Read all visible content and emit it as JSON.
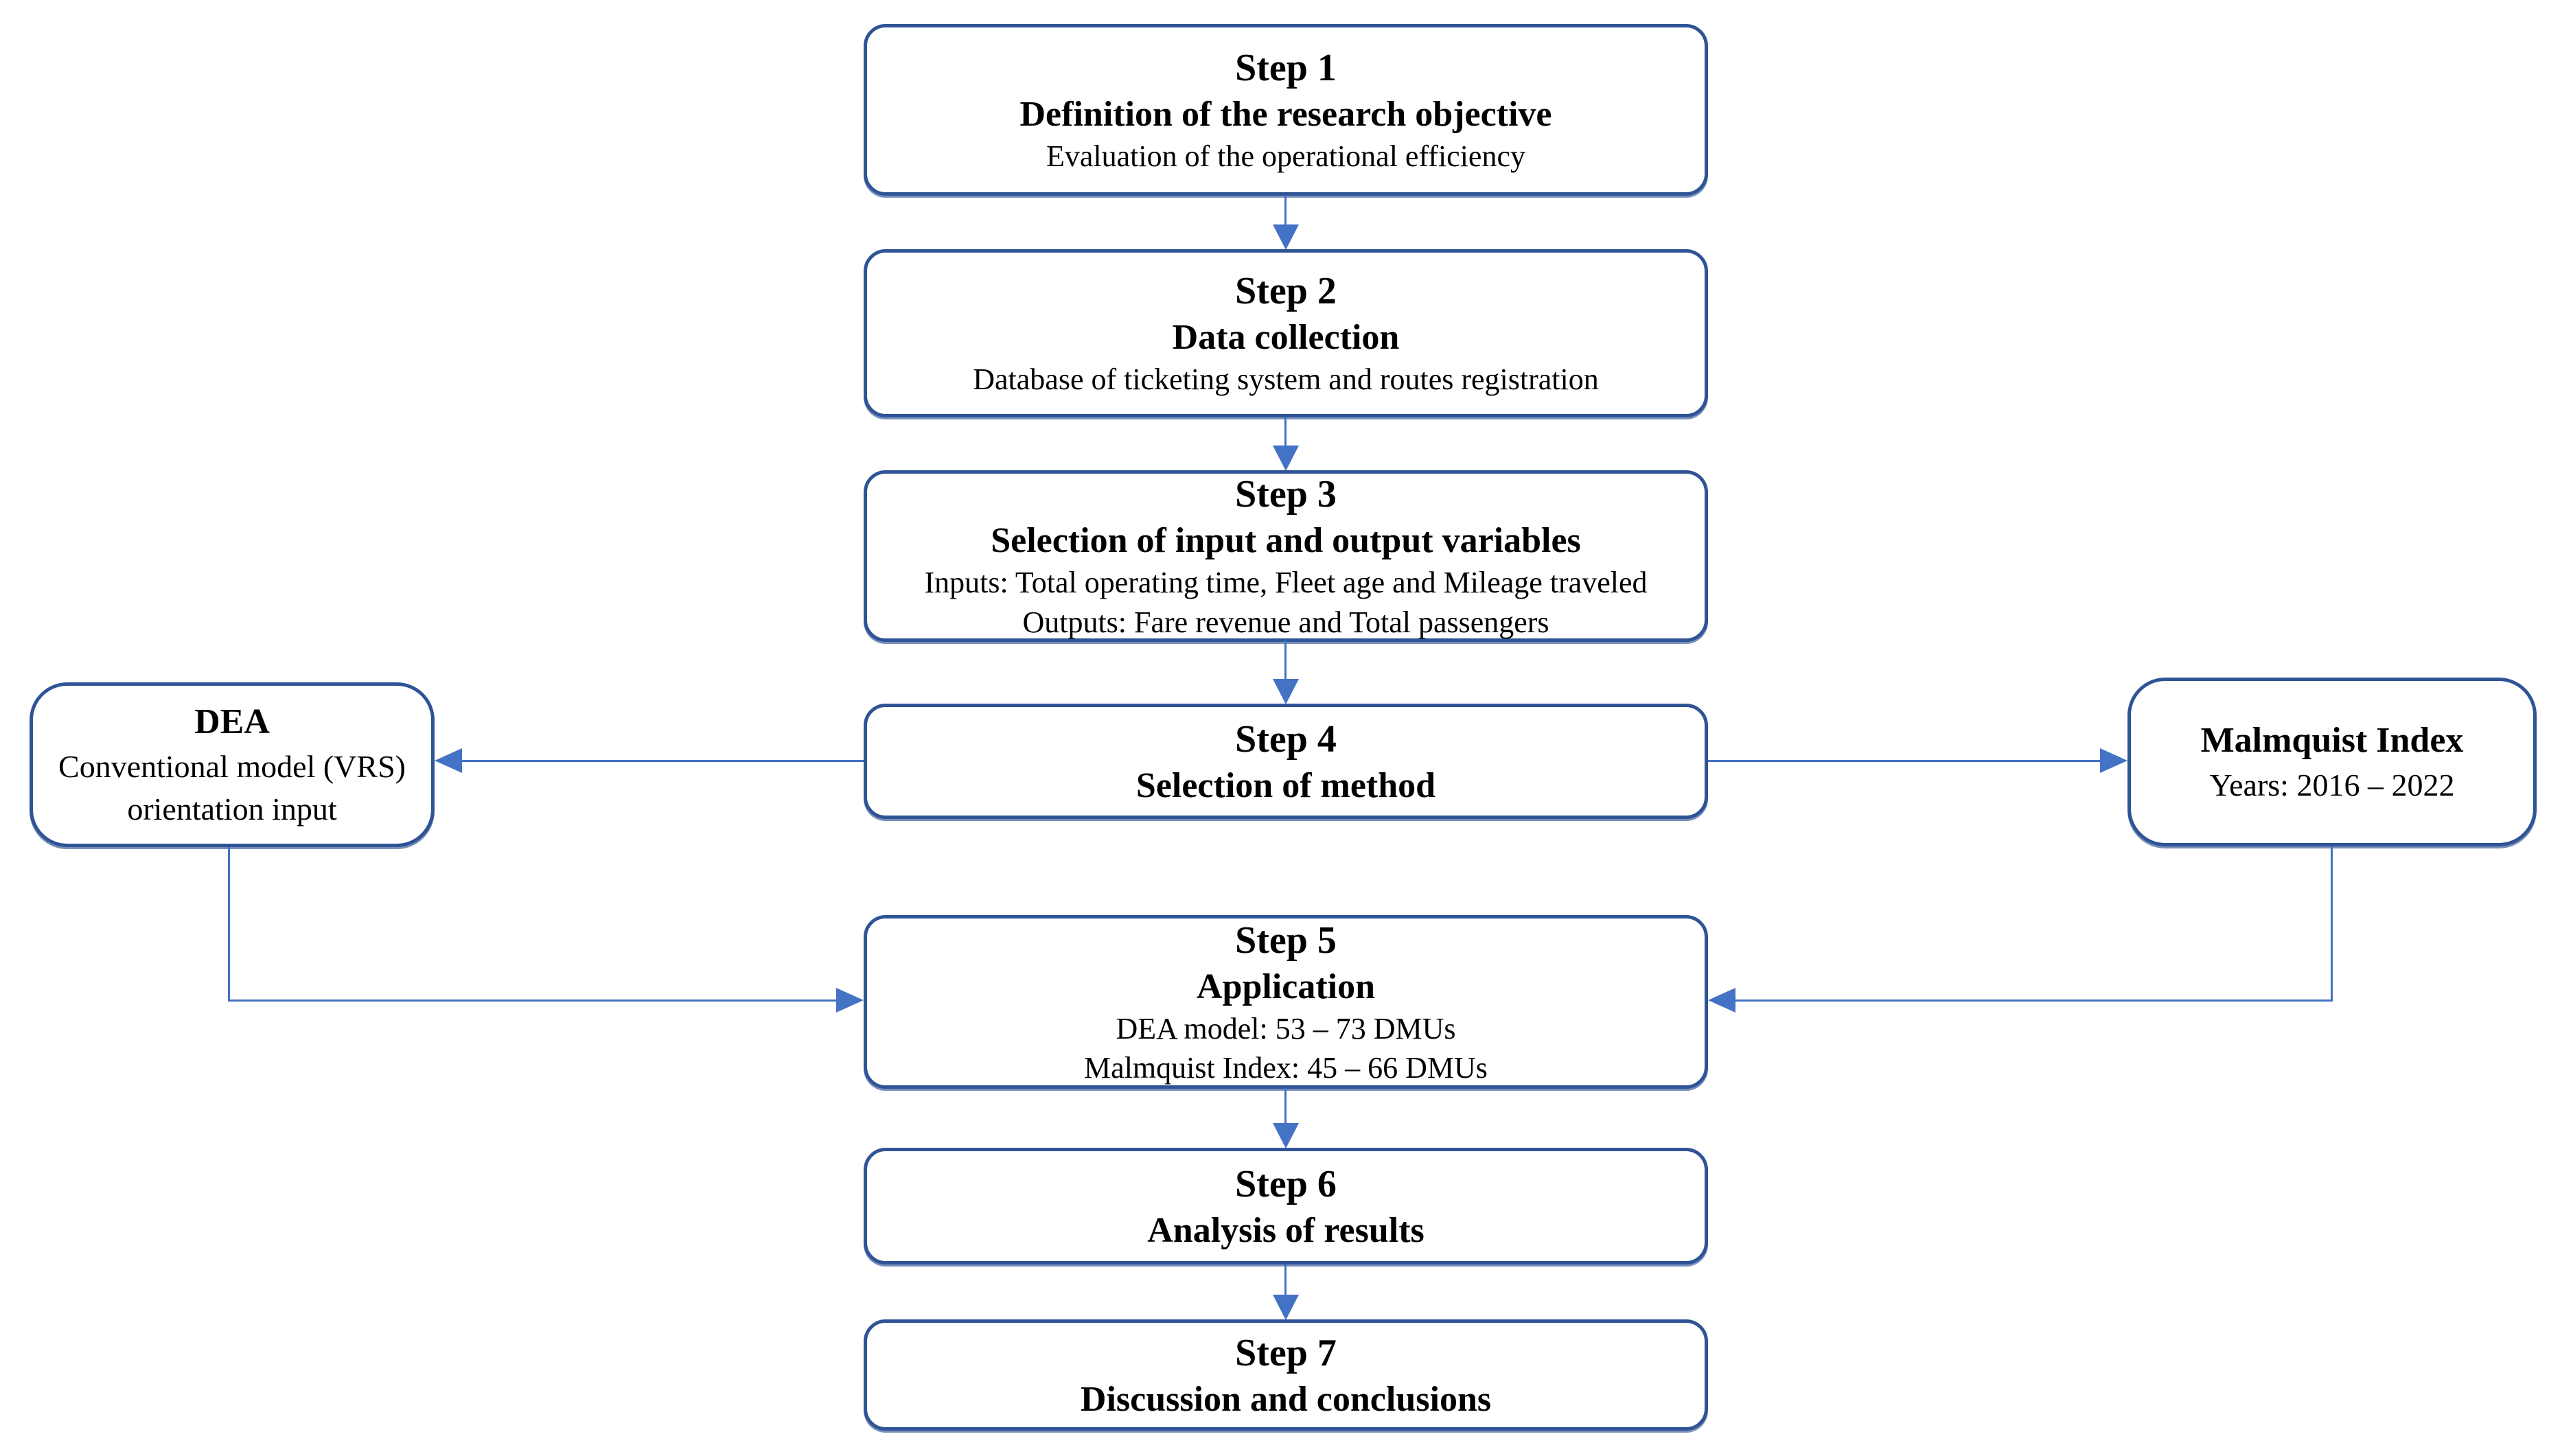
{
  "figure": {
    "colors": {
      "box_border": "#2F5496",
      "connector": "#4472C4",
      "text": "#000000",
      "background": "#FFFFFF"
    },
    "steps": [
      {
        "title": "Step 1",
        "subtitle": "Definition of the research objective",
        "details": [
          "Evaluation of the operational efficiency"
        ]
      },
      {
        "title": "Step 2",
        "subtitle": "Data collection",
        "details": [
          "Database of ticketing system and routes registration"
        ]
      },
      {
        "title": "Step 3",
        "subtitle": "Selection of input and output variables",
        "details": [
          "Inputs: Total operating time, Fleet age and Mileage traveled",
          "Outputs: Fare revenue and Total passengers"
        ]
      },
      {
        "title": "Step 4",
        "subtitle": "Selection of method",
        "details": []
      },
      {
        "title": "Step 5",
        "subtitle": "Application",
        "details": [
          "DEA model: 53 – 73 DMUs",
          "Malmquist Index: 45 – 66 DMUs"
        ]
      },
      {
        "title": "Step 6",
        "subtitle": "Analysis of results",
        "details": []
      },
      {
        "title": "Step 7",
        "subtitle": "Discussion and conclusions",
        "details": []
      }
    ],
    "side_boxes": {
      "dea": {
        "title": "DEA",
        "details": [
          "Conventional model (VRS)",
          "orientation input"
        ]
      },
      "malmquist": {
        "title": "Malmquist Index",
        "details": [
          "Years: 2016 – 2022"
        ]
      }
    }
  }
}
